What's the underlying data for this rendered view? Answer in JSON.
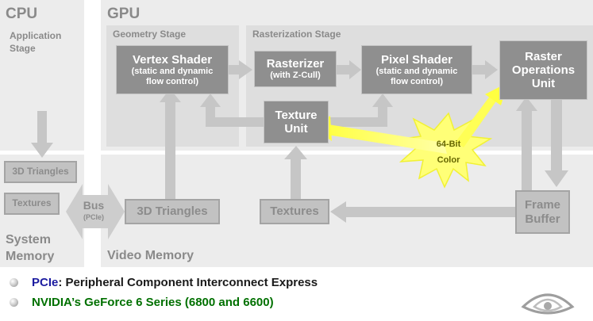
{
  "headers": {
    "cpu": "CPU",
    "gpu": "GPU",
    "application_stage": "Application Stage",
    "geometry_stage": "Geometry Stage",
    "rasterization_stage": "Rasterization Stage",
    "system_memory": "System Memory",
    "video_memory": "Video Memory"
  },
  "boxes": {
    "vertex_shader_title": "Vertex Shader",
    "vertex_shader_sub": "(static and dynamic flow control)",
    "rasterizer_title": "Rasterizer",
    "rasterizer_sub": "(with Z-Cull)",
    "pixel_shader_title": "Pixel Shader",
    "pixel_shader_sub": "(static and dynamic flow control)",
    "raster_ops": "Raster Operations Unit",
    "texture_unit": "Texture Unit",
    "triangles_3d_cpu": "3D Triangles",
    "textures_cpu": "Textures",
    "bus_label": "Bus",
    "bus_sub": "(PCIe)",
    "triangles_3d_video": "3D Triangles",
    "textures_video": "Textures",
    "frame_buffer": "Frame Buffer",
    "color_burst": "64-Bit Color"
  },
  "bullets": [
    {
      "term": "PCIe",
      "rest": ": Peripheral Component Interconnect Express"
    },
    {
      "term": "NVIDIA’s GeForce 6 Series (6800 and 6600)",
      "rest": ""
    }
  ],
  "colors": {
    "panel_bg": "#ececec",
    "stage_bg": "#dedede",
    "dark_box": "#8f8f8f",
    "light_box": "#c2c2c2",
    "arrow": "#c6c6c6",
    "burst": "#ffff66",
    "bullet_term_blue": "#1c1ca0",
    "bullet_green": "#007000"
  },
  "icons": {
    "bullet": "sphere-bullet-icon",
    "logo": "nvidia-eye-logo-icon"
  }
}
